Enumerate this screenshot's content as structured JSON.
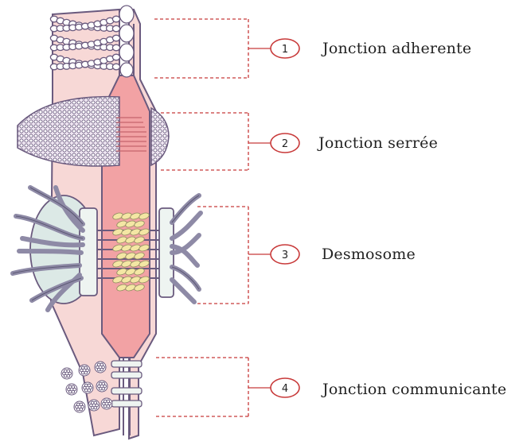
{
  "colors": {
    "cell": "#f7d8d6",
    "outline": "#6a5a7e",
    "junction_fill": "#f2a2a4",
    "desmosome_plaque": "#dce9e6",
    "desmosome_filaments": "#8e8aa6",
    "desmosome_cadherins": "#f4e6a4",
    "bracket": "#c83a3a"
  },
  "junctions": [
    {
      "number": "1",
      "label": "Jonction adherente"
    },
    {
      "number": "2",
      "label": "Jonction serrée"
    },
    {
      "number": "3",
      "label": "Desmosome"
    },
    {
      "number": "4",
      "label": "Jonction communicante"
    }
  ]
}
